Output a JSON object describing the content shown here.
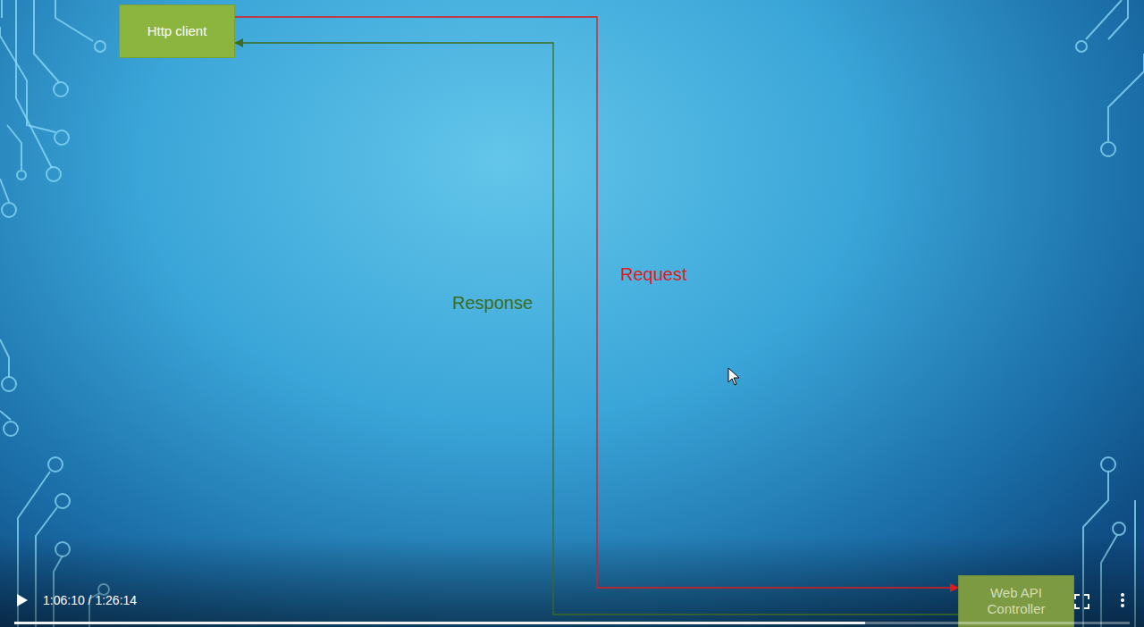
{
  "diagram": {
    "nodes": [
      {
        "text": [
          "Http client"
        ]
      },
      {
        "text": [
          "Web API Controller"
        ]
      }
    ],
    "edges": [
      {
        "from": 0,
        "to": 1,
        "arrow": "to",
        "label": "Request"
      },
      {
        "from": 1,
        "to": 0,
        "arrow": "to",
        "label": "Response"
      }
    ],
    "labels": [
      "1:06:10 / 1:26:14"
    ]
  }
}
